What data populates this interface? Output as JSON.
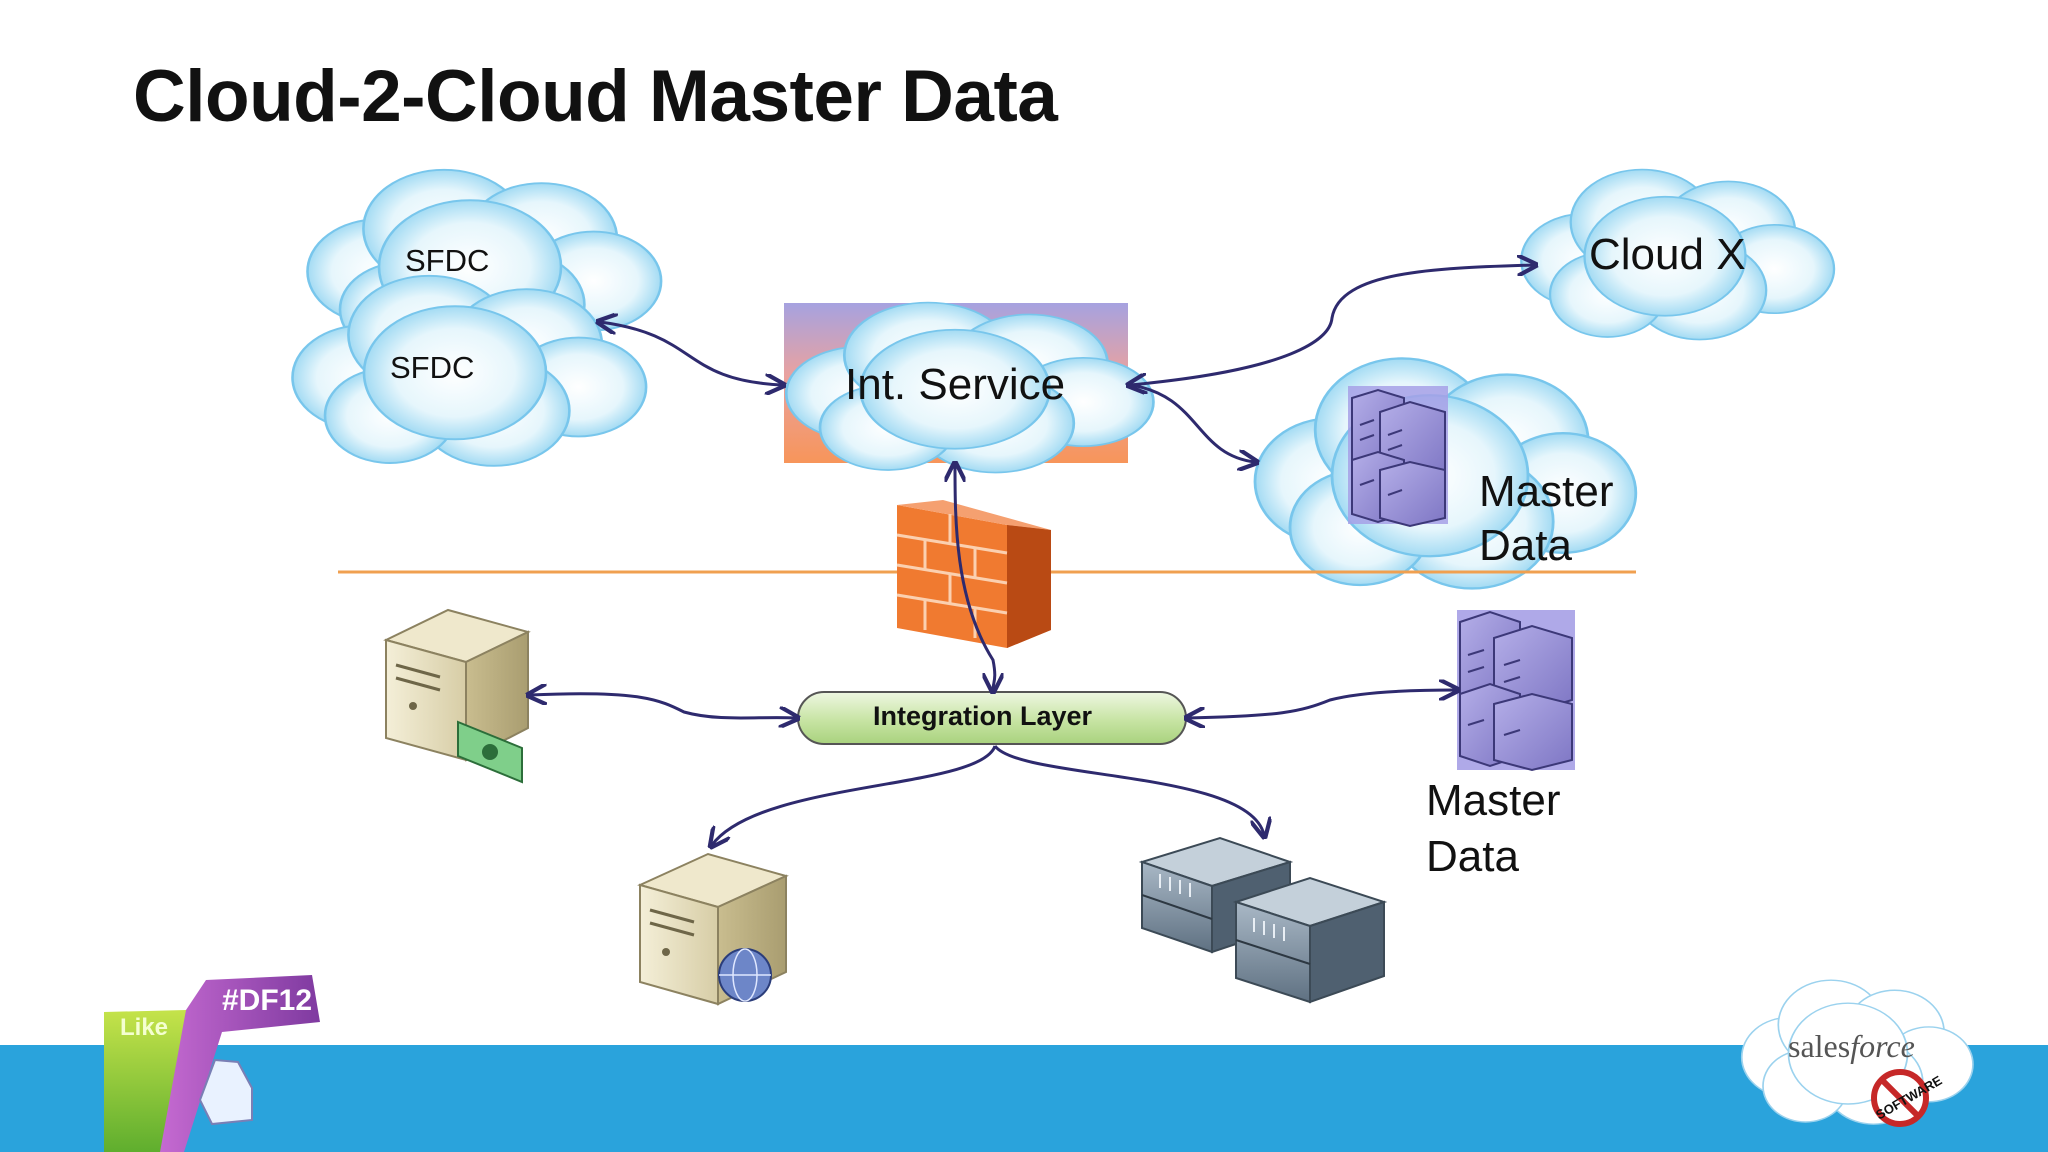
{
  "slide": {
    "title": "Cloud-2-Cloud Master Data"
  },
  "clouds": {
    "sfdc_back": "SFDC",
    "sfdc_front": "SFDC",
    "cloud_x": "Cloud X"
  },
  "services": {
    "int_service": "Int. Service"
  },
  "master_data_cloud": {
    "line1": "Master",
    "line2": "Data"
  },
  "master_data_onprem": {
    "line1": "Master",
    "line2": "Data"
  },
  "integration_layer": {
    "label": "Integration Layer"
  },
  "branding": {
    "badge_tag": "#DF12",
    "badge_like": "Like",
    "logo_text_plain": "sales",
    "logo_text_italic": "force",
    "logo_stamp": "SOFTWARE"
  },
  "colors": {
    "cloud_fill": "#dff3fb",
    "cloud_edge": "#6cc2ea",
    "arrow": "#2e2a6e",
    "divider": "#f0a050",
    "firewall": "#f07a30",
    "integration_bar": "#c9e6a8",
    "band": "#2aa3dc"
  }
}
